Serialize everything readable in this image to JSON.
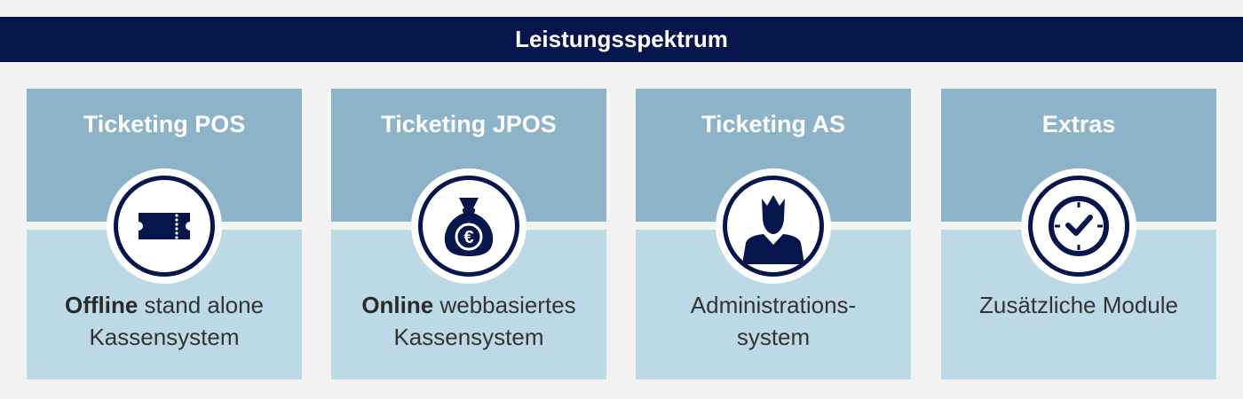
{
  "banner": {
    "title": "Leistungsspektrum"
  },
  "cards": [
    {
      "title": "Ticketing POS",
      "desc_bold": "Offline",
      "desc_rest": " stand alone",
      "desc_line2": "Kassensystem",
      "icon": "ticket-icon"
    },
    {
      "title": "Ticketing JPOS",
      "desc_bold": "Online",
      "desc_rest": " webbasiertes",
      "desc_line2": "Kassensystem",
      "icon": "money-bag-euro-icon"
    },
    {
      "title": "Ticketing AS",
      "desc_bold": "",
      "desc_rest": "Administrations-",
      "desc_line2": "system",
      "icon": "administrator-person-icon"
    },
    {
      "title": "Extras",
      "desc_bold": "",
      "desc_rest": "Zusätzliche Module",
      "desc_line2": "",
      "icon": "clock-check-icon"
    }
  ],
  "colors": {
    "banner": "#06164d",
    "card_top": "#8db3c9",
    "card_bottom": "#bcd9e5",
    "icon": "#06164d"
  }
}
